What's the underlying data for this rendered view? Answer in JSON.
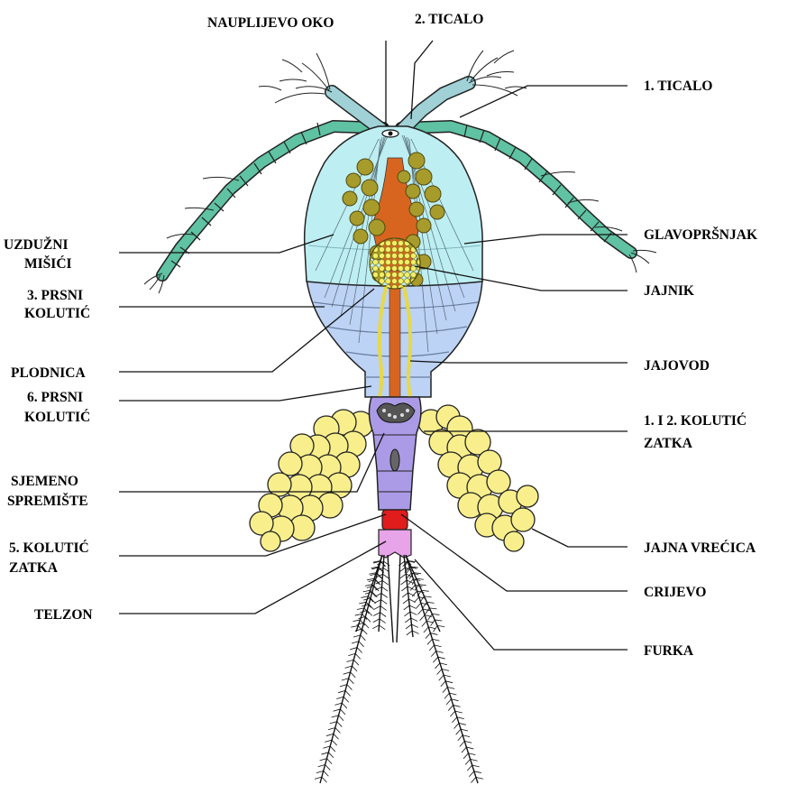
{
  "labels": {
    "nauplius_eye": "NAUPLIJEVO OKO",
    "antenna2": "2. TICALO",
    "antenna1": "1. TICALO",
    "muscles": [
      "UZDUŽNI",
      "MIŠIĆI"
    ],
    "cephalothorax": "GLAVOPRŠNJAK",
    "thoracic3": [
      "3. PRSNI",
      "KOLUTIĆ"
    ],
    "ovary": "JAJNIK",
    "oviduct_gland": "PLODNICA",
    "oviduct": "JAJOVOD",
    "thoracic6": [
      "6. PRSNI",
      "KOLUTIĆ"
    ],
    "abdominal12": [
      "1. I 2. KOLUTIĆ",
      "ZATKA"
    ],
    "seminal": [
      "SJEMENO",
      "SPREMIŠTE"
    ],
    "egg_sac": "JAJNA VREĆICA",
    "abdominal5": [
      "5. KOLUTIĆ",
      "ZATKA"
    ],
    "gut": "CRIJEVO",
    "telson": "TELZON",
    "furca": "FURKA"
  },
  "colors": {
    "antenna": "#5fc2a2",
    "antenna_base": "#9fd1d6",
    "head": "#bdeef2",
    "thorax": "#bcd3f5",
    "abdomen": "#ab9be6",
    "egg": "#f8ef8c",
    "ovary": "#a79b2c",
    "gut": "#d8651f",
    "telson_red": "#e01c1c",
    "furca_pink": "#e7a4e8"
  }
}
